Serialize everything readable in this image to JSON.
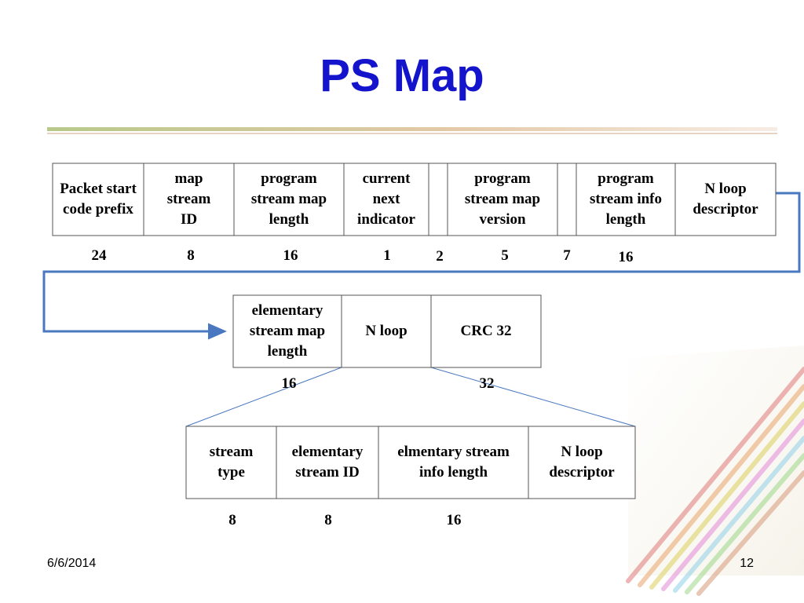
{
  "slide": {
    "title": "PS Map",
    "date": "6/6/2014",
    "page_number": "12"
  },
  "colors": {
    "title": "#1414cc",
    "arrow": "#4a78c0",
    "box_border": "#555555"
  },
  "rows": {
    "top": {
      "fields": [
        {
          "label": "Packet start code prefix",
          "bits": "24"
        },
        {
          "label": "map stream ID",
          "bits": "8"
        },
        {
          "label": "program stream map length",
          "bits": "16"
        },
        {
          "label": "current next indicator",
          "bits": "1"
        },
        {
          "label": "",
          "bits": "2"
        },
        {
          "label": "program stream map version",
          "bits": "5"
        },
        {
          "label": "",
          "bits": "7"
        },
        {
          "label": "program stream info length",
          "bits": "16"
        },
        {
          "label": "N loop descriptor",
          "bits": ""
        }
      ]
    },
    "middle": {
      "fields": [
        {
          "label": "elementary stream map length",
          "bits": "16"
        },
        {
          "label": "N loop",
          "bits": ""
        },
        {
          "label": "CRC 32",
          "bits": "32"
        }
      ]
    },
    "bottom": {
      "fields": [
        {
          "label": "stream type",
          "bits": "8"
        },
        {
          "label": "elementary stream ID",
          "bits": "8"
        },
        {
          "label": "elmentary stream info length",
          "bits": "16"
        },
        {
          "label": "N loop descriptor",
          "bits": ""
        }
      ]
    }
  }
}
